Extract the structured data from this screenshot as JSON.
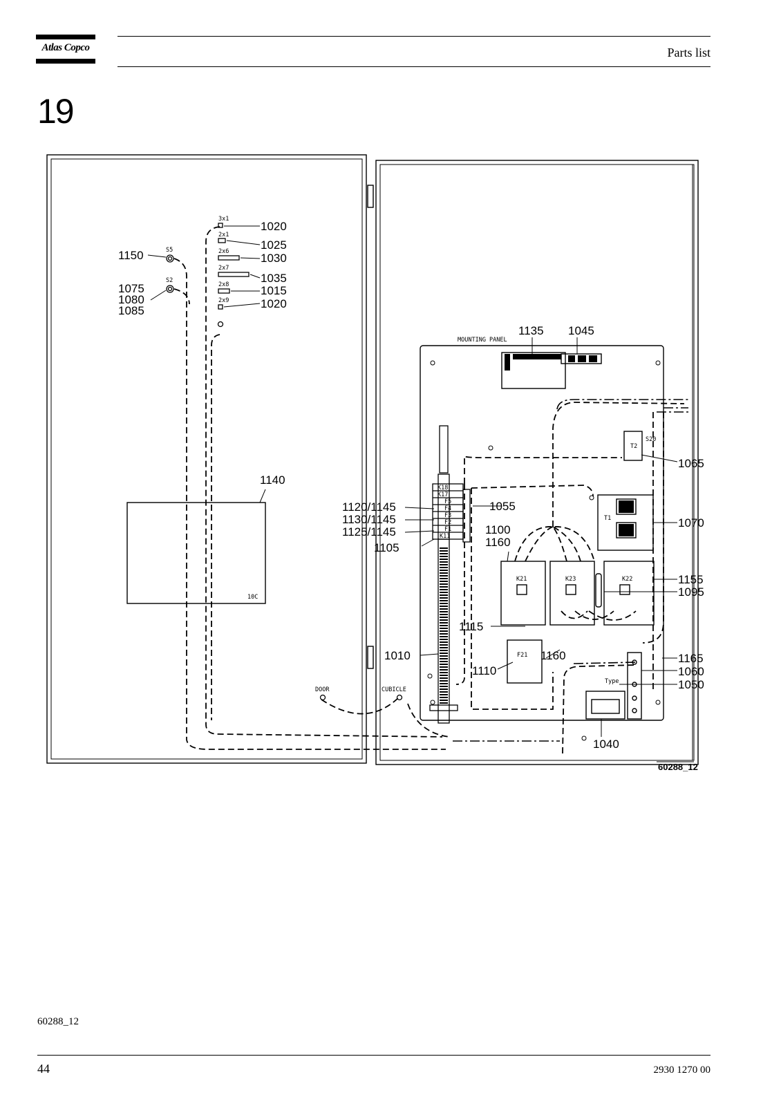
{
  "header": {
    "brand": "Atlas Copco",
    "section_title": "Parts list"
  },
  "section": {
    "number": "19"
  },
  "drawing": {
    "figure_ref": "60288_12",
    "panel_label": "MOUNTING PANEL",
    "small_labels": {
      "s5": "S5",
      "s2": "S2",
      "box_code": "10C",
      "door": "DOOR",
      "cubicle": "CUBICLE",
      "k18": "K18",
      "k17": "K17",
      "f5": "F5",
      "f4": "F4",
      "f3": "F3",
      "f2": "F2",
      "f1": "F1",
      "k11": "K11",
      "k21": "K21",
      "k23": "K23",
      "k22": "K22",
      "f21": "F21",
      "t1": "T1",
      "t2": "T2",
      "s20": "S20",
      "type": "Type"
    },
    "connector_labels": [
      "3x1",
      "2x1",
      "2x6",
      "2x7",
      "2x8",
      "2x9"
    ],
    "callouts": {
      "c1020a": "1020",
      "c1025": "1025",
      "c1030": "1030",
      "c1035": "1035",
      "c1015": "1015",
      "c1020b": "1020",
      "c1150": "1150",
      "c1075": "1075",
      "c1080": "1080",
      "c1085": "1085",
      "c1135": "1135",
      "c1045": "1045",
      "c1140": "1140",
      "c1120": "1120/1145",
      "c1130": "1130/1145",
      "c1125": "1125/1145",
      "c1105": "1105",
      "c1055": "1055",
      "c1100": "1100",
      "c1160a": "1160",
      "c1065": "1065",
      "c1070": "1070",
      "c1155": "1155",
      "c1095": "1095",
      "c1115": "1115",
      "c1010": "1010",
      "c1110": "1110",
      "c1160b": "1160",
      "c1165": "1165",
      "c1060": "1060",
      "c1050": "1050",
      "c1040": "1040"
    }
  },
  "footer": {
    "figure_ref": "60288_12",
    "page_number": "44",
    "doc_number": "2930 1270 00"
  }
}
